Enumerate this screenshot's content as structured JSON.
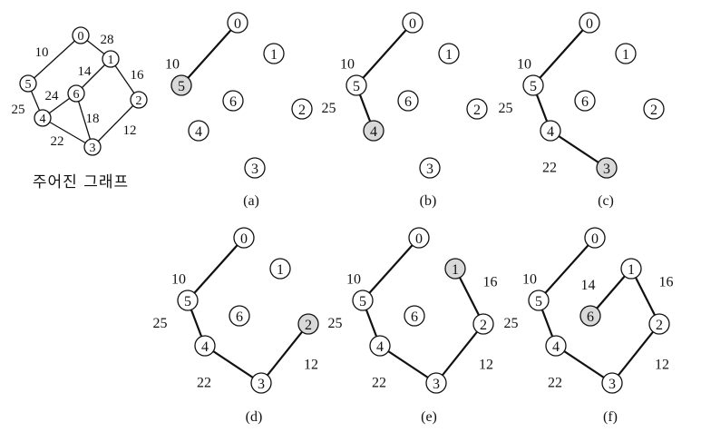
{
  "given_graph": {
    "caption": "주어진 그래프",
    "vertices": [
      "0",
      "1",
      "2",
      "3",
      "4",
      "5",
      "6"
    ],
    "edges": [
      {
        "from": "0",
        "to": "5",
        "weight": "10"
      },
      {
        "from": "0",
        "to": "1",
        "weight": "28"
      },
      {
        "from": "1",
        "to": "2",
        "weight": "16"
      },
      {
        "from": "1",
        "to": "6",
        "weight": "14"
      },
      {
        "from": "6",
        "to": "4",
        "weight": "24"
      },
      {
        "from": "6",
        "to": "3",
        "weight": "18"
      },
      {
        "from": "5",
        "to": "4",
        "weight": "25"
      },
      {
        "from": "4",
        "to": "3",
        "weight": "22"
      },
      {
        "from": "2",
        "to": "3",
        "weight": "12"
      }
    ]
  },
  "steps": [
    {
      "label": "(a)",
      "highlighted": "5",
      "edges": [
        {
          "from": "0",
          "to": "5",
          "weight": "10"
        }
      ]
    },
    {
      "label": "(b)",
      "highlighted": "4",
      "edges": [
        {
          "from": "0",
          "to": "5",
          "weight": "10"
        },
        {
          "from": "5",
          "to": "4",
          "weight": "25"
        }
      ]
    },
    {
      "label": "(c)",
      "highlighted": "3",
      "edges": [
        {
          "from": "0",
          "to": "5",
          "weight": "10"
        },
        {
          "from": "5",
          "to": "4",
          "weight": "25"
        },
        {
          "from": "4",
          "to": "3",
          "weight": "22"
        }
      ]
    },
    {
      "label": "(d)",
      "highlighted": "2",
      "edges": [
        {
          "from": "0",
          "to": "5",
          "weight": "10"
        },
        {
          "from": "5",
          "to": "4",
          "weight": "25"
        },
        {
          "from": "4",
          "to": "3",
          "weight": "22"
        },
        {
          "from": "3",
          "to": "2",
          "weight": "12"
        }
      ]
    },
    {
      "label": "(e)",
      "highlighted": "1",
      "edges": [
        {
          "from": "0",
          "to": "5",
          "weight": "10"
        },
        {
          "from": "5",
          "to": "4",
          "weight": "25"
        },
        {
          "from": "4",
          "to": "3",
          "weight": "22"
        },
        {
          "from": "3",
          "to": "2",
          "weight": "12"
        },
        {
          "from": "2",
          "to": "1",
          "weight": "16"
        }
      ]
    },
    {
      "label": "(f)",
      "highlighted": "6",
      "edges": [
        {
          "from": "0",
          "to": "5",
          "weight": "10"
        },
        {
          "from": "5",
          "to": "4",
          "weight": "25"
        },
        {
          "from": "4",
          "to": "3",
          "weight": "22"
        },
        {
          "from": "3",
          "to": "2",
          "weight": "12"
        },
        {
          "from": "2",
          "to": "1",
          "weight": "16"
        },
        {
          "from": "1",
          "to": "6",
          "weight": "14"
        }
      ]
    }
  ],
  "colors": {
    "highlight": "#d9d9d9",
    "node_fill": "#ffffff",
    "stroke": "#111111"
  }
}
